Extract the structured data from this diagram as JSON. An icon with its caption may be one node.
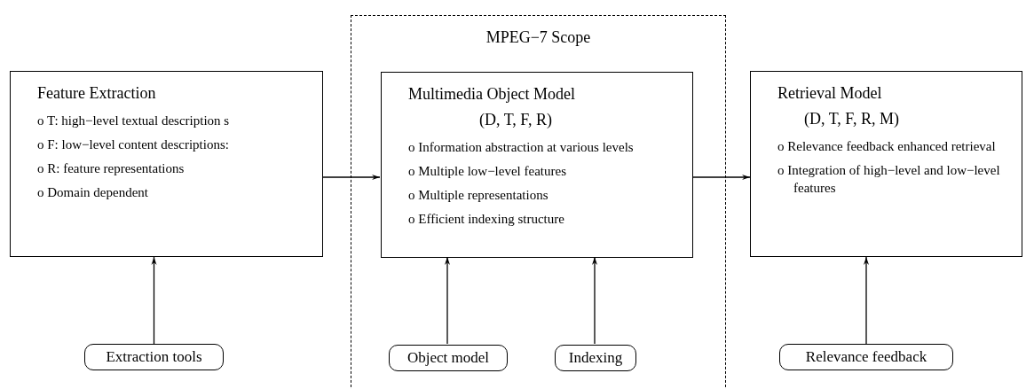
{
  "diagram": {
    "nodes": [
      {
        "text": [
          "MPEG−7 Scope"
        ]
      },
      {
        "text": [
          "Feature Extraction",
          "o T: high−level textual description s",
          "o F: low−level content descriptions:",
          "o R: feature representations",
          "o Domain dependent"
        ]
      },
      {
        "text": [
          "Multimedia Object Model",
          "(D, T, F, R)",
          "o Information abstraction at various levels",
          "o Multiple low−level features",
          "o Multiple representations",
          "o Efficient indexing structure"
        ],
        "in": 0
      },
      {
        "text": [
          "Retrieval Model",
          "(D, T, F, R, M)",
          "o Relevance feedback enhanced retrieval",
          "o Integration of high−level and low−level features"
        ]
      },
      {
        "text": [
          "Extraction tools"
        ]
      },
      {
        "text": [
          "Object model"
        ],
        "in": 0
      },
      {
        "text": [
          "Indexing"
        ],
        "in": 0
      },
      {
        "text": [
          "Relevance feedback"
        ]
      }
    ],
    "edges": [
      {
        "from": 1,
        "to": 2,
        "arrow": "to"
      },
      {
        "from": 2,
        "to": 3,
        "arrow": "to"
      },
      {
        "from": 4,
        "to": 1,
        "arrow": "to"
      },
      {
        "from": 5,
        "to": 2,
        "arrow": "to"
      },
      {
        "from": 6,
        "to": 2,
        "arrow": "to"
      },
      {
        "from": 7,
        "to": 3,
        "arrow": "to"
      }
    ]
  }
}
